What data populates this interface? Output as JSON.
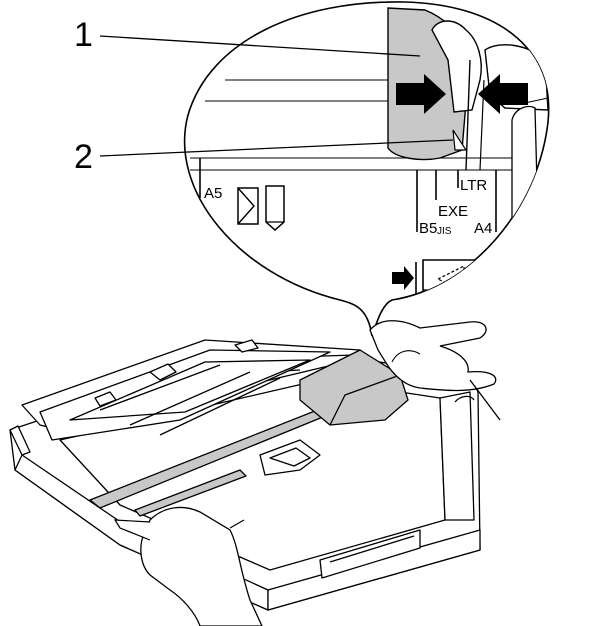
{
  "callouts": {
    "one": "1",
    "two": "2"
  },
  "paper_sizes": {
    "a5": "A5",
    "exe": "EXE",
    "ltr": "LTR",
    "b5": "B5",
    "jis": "JIS",
    "a4": "A4"
  },
  "icons": {
    "guide": "paper-guide-icon",
    "arrow_right": "arrow-right-icon",
    "arrow_left": "arrow-left-icon",
    "triangle_mark": "triangle-mark-icon",
    "envelope": "envelope-icon",
    "paper_orientation": "paper-orientation-icon",
    "hand": "hand-icon",
    "tray": "paper-tray-icon"
  },
  "colors": {
    "line": "#000000",
    "guide_fill": "#c8c8c8",
    "hand_fill": "#ffffff"
  }
}
